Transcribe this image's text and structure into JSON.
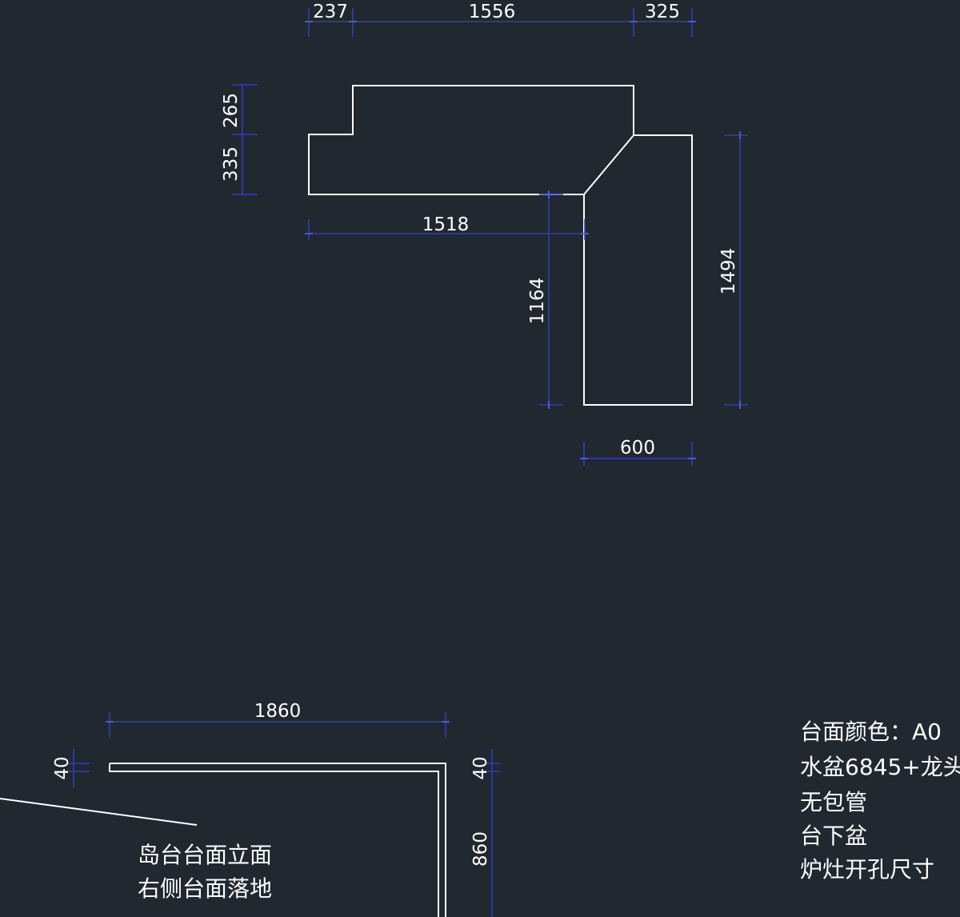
{
  "plan": {
    "dims": {
      "top_left": "237",
      "top_mid": "1556",
      "top_right": "325",
      "left_upper": "265",
      "left_lower": "335",
      "inner_width": "1518",
      "inner_height": "1164",
      "right_height": "1494",
      "leg_width": "600"
    }
  },
  "elevation": {
    "dims": {
      "length": "1860",
      "thickness_left": "40",
      "thickness_right": "40",
      "height": "860"
    },
    "label_lines": [
      "岛台台面立面",
      "右侧台面落地"
    ]
  },
  "notes": [
    "台面颜色：A0",
    "水盆6845+龙头",
    "无包管",
    "台下盆",
    "炉灶开孔尺寸"
  ],
  "colors": {
    "background": "#212830",
    "outline": "#ffffff",
    "dimension": "#2f3fb8"
  }
}
